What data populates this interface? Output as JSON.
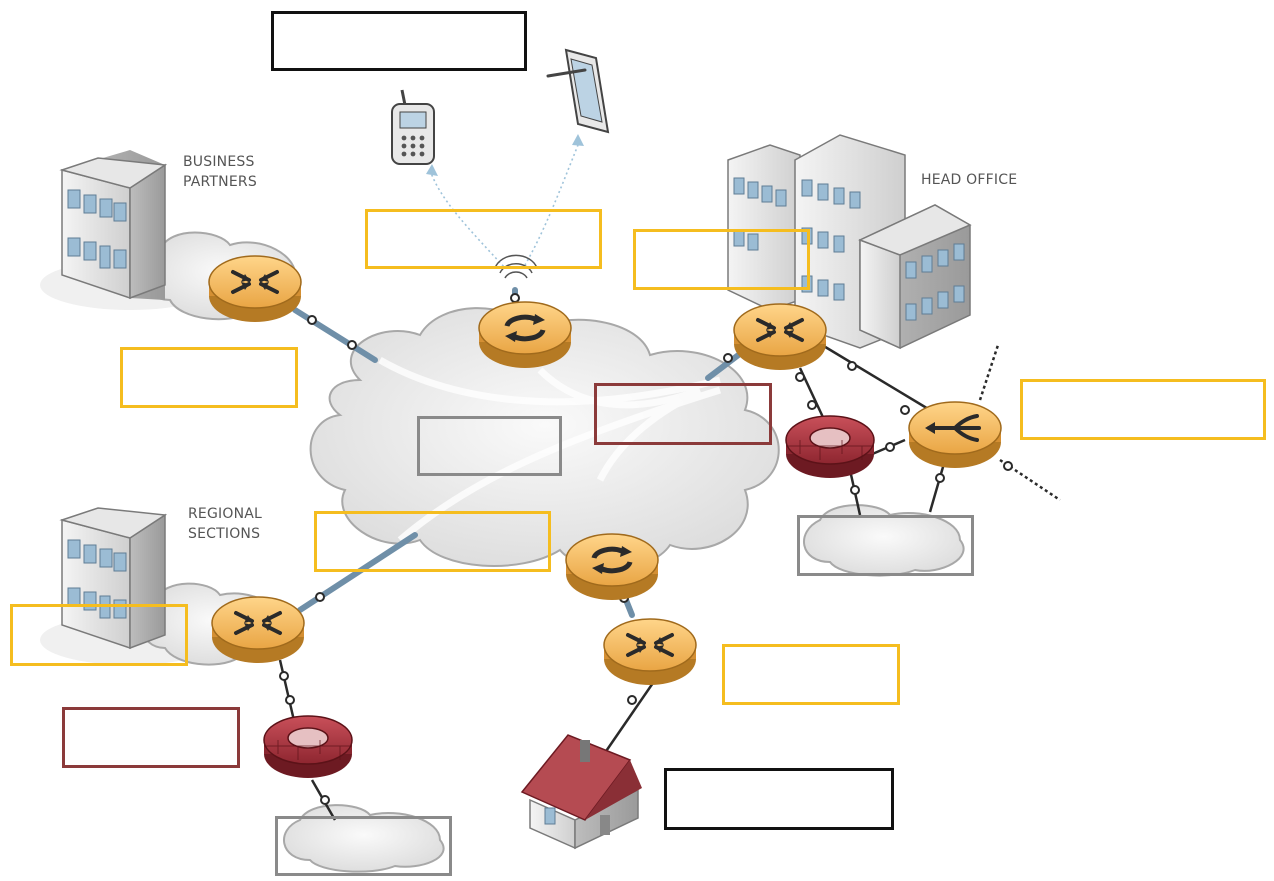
{
  "labels": {
    "business_partners": [
      "BUSINESS",
      "PARTNERS"
    ],
    "head_office": "HEAD OFFICE",
    "regional_sections": [
      "REGIONAL",
      "SECTIONS"
    ]
  },
  "colors": {
    "router_fill": "#f0b457",
    "router_dark": "#c98a2c",
    "firewall_fill": "#a8303a",
    "cloud_fill": "#ececec",
    "cloud_stroke": "#9a9a9a",
    "box_yellow": "#f5bd1f",
    "box_black": "#111111",
    "box_red": "#8b3a3a",
    "box_grey": "#8a8a8a"
  },
  "icons": [
    "building-icon",
    "router-icon",
    "wireless-router-icon",
    "firewall-icon",
    "cloud-icon",
    "cellphone-icon",
    "tablet-icon",
    "house-icon",
    "switch-icon"
  ]
}
